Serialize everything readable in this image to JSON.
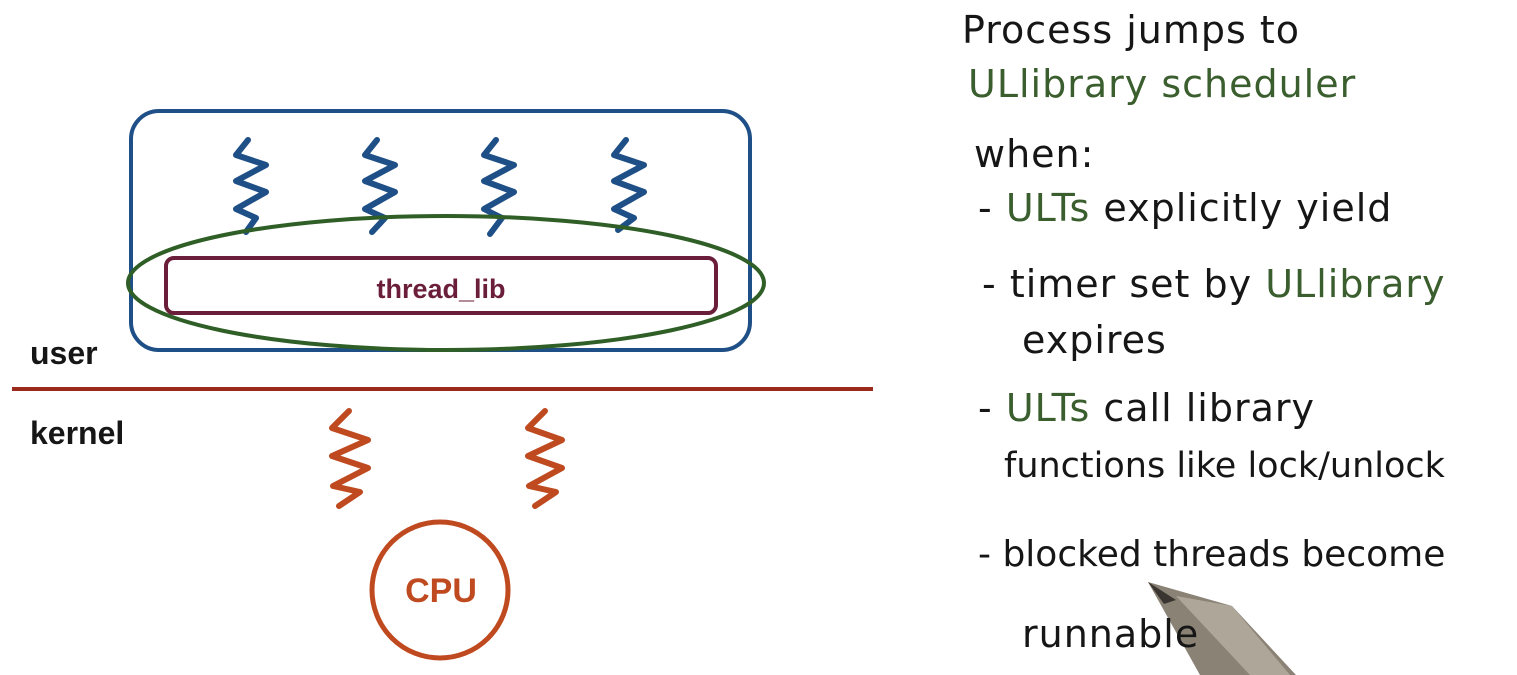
{
  "colors": {
    "process_box": "#1e4f86",
    "user_thread": "#1e4f86",
    "scheduler_ellipse": "#2f5f27",
    "thread_lib_box": "#6b1e3a",
    "boundary_line": "#9c2a1c",
    "kernel_thread": "#c04a1f",
    "cpu": "#c04a1f",
    "ink": "#161616",
    "green_ink": "#3b5e2e"
  },
  "diagram": {
    "user_label": "user",
    "kernel_label": "kernel",
    "thread_lib_label": "thread_lib",
    "cpu_label": "CPU",
    "user_threads_count": 4,
    "kernel_threads_count": 2
  },
  "notes": {
    "heading_1": "Process jumps to",
    "heading_2": "ULlibrary scheduler",
    "heading_3": "when:",
    "items": [
      {
        "dash": "-",
        "green": "ULTs",
        "rest": " explicitly yield"
      },
      {
        "dash": "-",
        "pre": "timer set by ",
        "green": "ULlibrary",
        "cont": "expires"
      },
      {
        "dash": "-",
        "green": "ULTs",
        "rest": " call library",
        "cont": "functions like lock/unlock"
      },
      {
        "dash": "-",
        "pre": "blocked threads become",
        "cont": "runnable"
      }
    ]
  }
}
